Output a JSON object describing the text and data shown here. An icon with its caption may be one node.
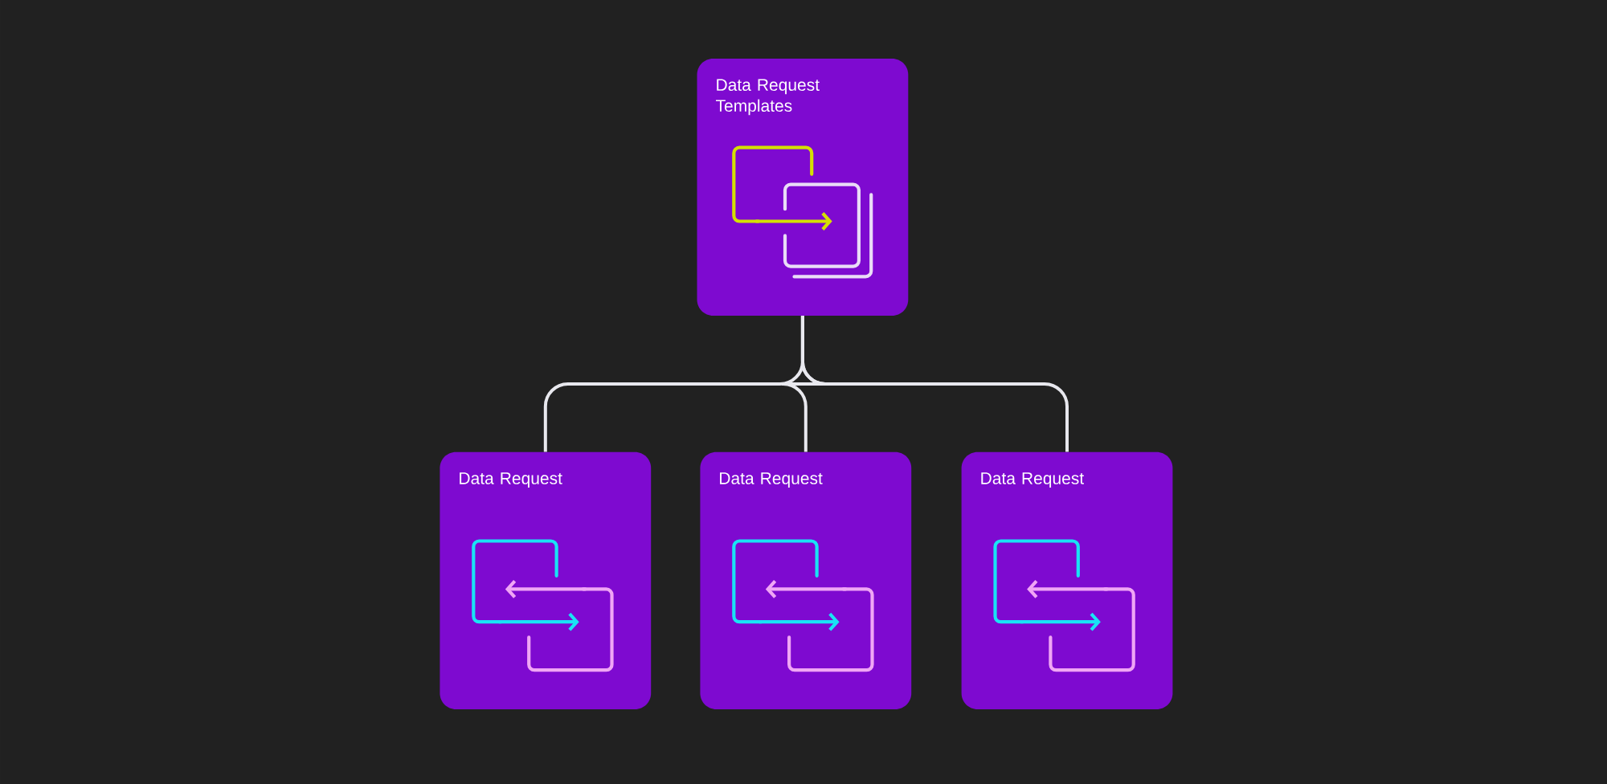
{
  "diagram": {
    "nodes": [
      {
        "text": [
          "Data Request Templates"
        ]
      },
      {
        "text": [
          "Data Request"
        ]
      },
      {
        "text": [
          "Data Request"
        ]
      },
      {
        "text": [
          "Data Request"
        ]
      }
    ],
    "edges": [
      {
        "from": 0,
        "to": 1,
        "arrow": "none"
      },
      {
        "from": 0,
        "to": 2,
        "arrow": "none"
      },
      {
        "from": 0,
        "to": 3,
        "arrow": "none"
      }
    ]
  }
}
